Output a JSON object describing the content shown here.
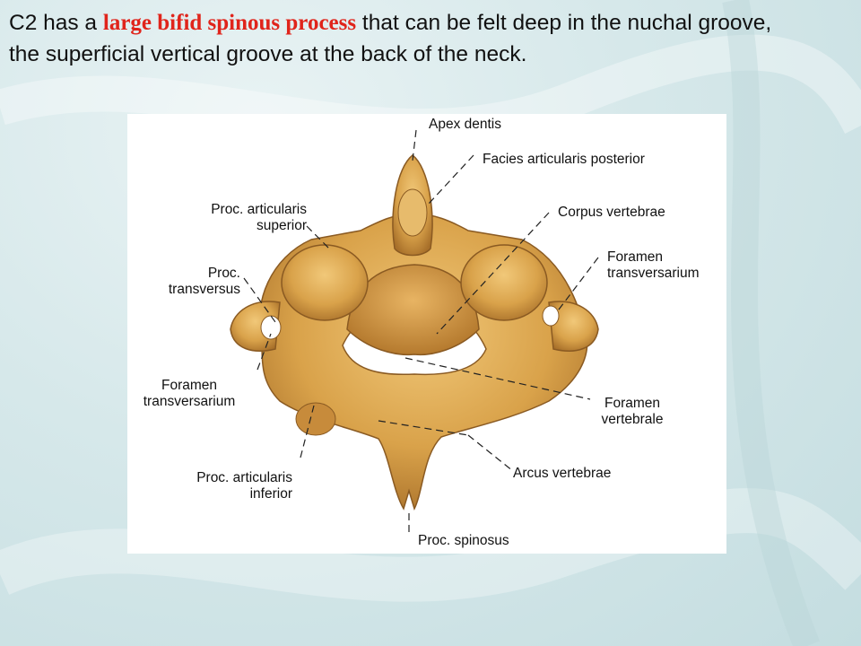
{
  "slide": {
    "caption_lead": " C2 has a ",
    "caption_highlight": "large bifid spinous process",
    "caption_rest": " that can be felt deep in the nuchal groove, the superficial vertical groove at the back of the neck.",
    "highlight_color": "#e0241b"
  },
  "figure": {
    "bone_color": "#d9a24a",
    "labels": {
      "apex_dentis": "Apex dentis",
      "facies_articularis_posterior": "Facies articularis posterior",
      "proc_articularis_superior": "Proc. articularis\nsuperior",
      "corpus_vertebrae": "Corpus vertebrae",
      "proc_transversus": "Proc.\ntransversus",
      "foramen_transversarium_right": "Foramen\ntransversarium",
      "foramen_transversarium_left": "Foramen\ntransversarium",
      "foramen_vertebrale": "Foramen\nvertebrale",
      "proc_articularis_inferior": "Proc. articularis\ninferior",
      "arcus_vertebrae": "Arcus vertebrae",
      "proc_spinosus": "Proc. spinosus"
    }
  }
}
